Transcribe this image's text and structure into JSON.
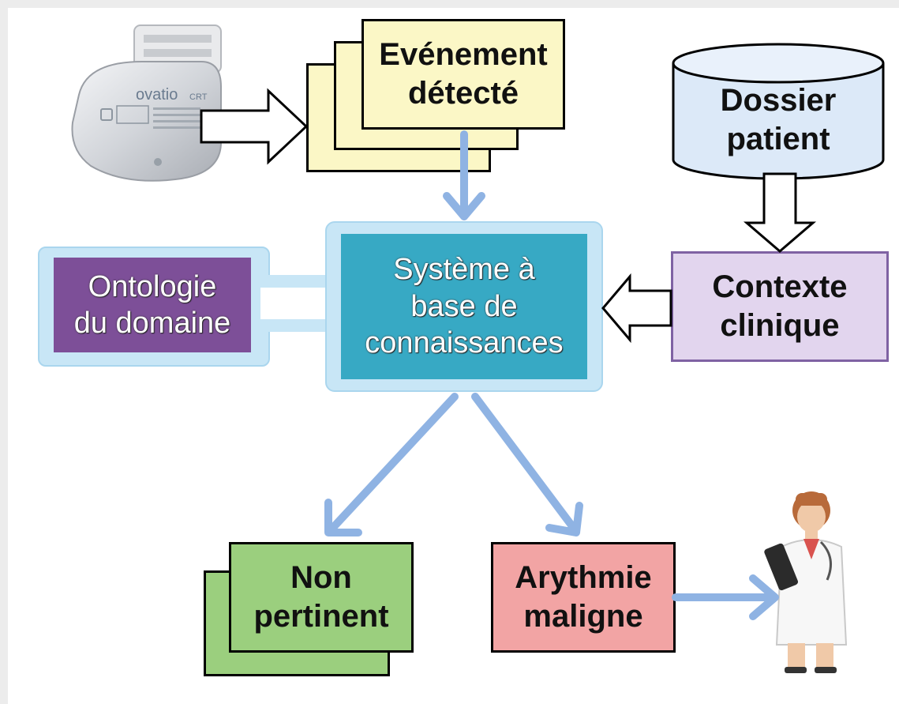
{
  "nodes": {
    "evenement": "Evénement\ndétecté",
    "dossier": "Dossier\npatient",
    "systeme": "Système à\nbase de\nconnaissances",
    "ontologie": "Ontologie\ndu domaine",
    "contexte": "Contexte\nclinique",
    "non_pertinent": "Non\npertinent",
    "arythmie": "Arythmie\nmaligne"
  },
  "device": {
    "brand": "ovatio",
    "model": "CRT"
  },
  "colors": {
    "event_box": "#fbf7c6",
    "database": "#dce9f8",
    "system_box": "#37a9c4",
    "system_halo": "#c8e6f6",
    "ontology_box": "#7d4f98",
    "context_box": "#e2d5ee",
    "non_pertinent_box": "#9bcf7e",
    "arythmie_box": "#f2a4a4",
    "flow_arrow": "#8fb3e3"
  },
  "icons": [
    "pacemaker-icon",
    "doctor-icon"
  ]
}
